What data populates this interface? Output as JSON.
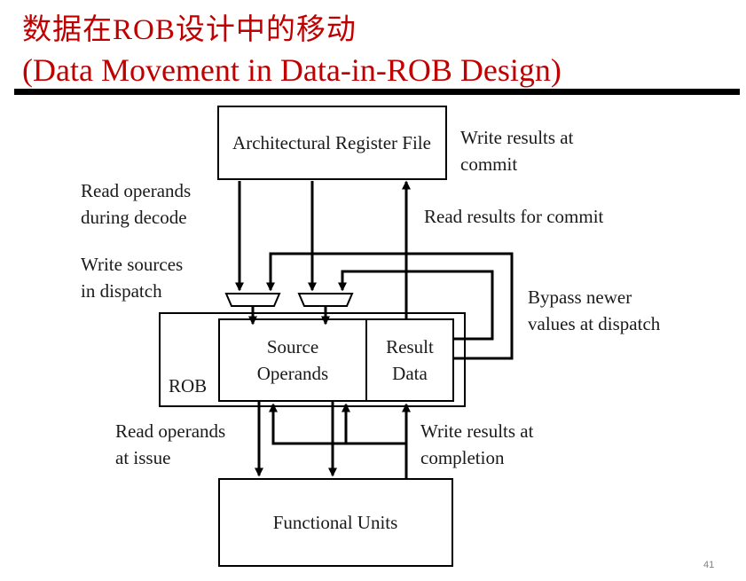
{
  "slide": {
    "title_zh": "数据在ROB设计中的移动",
    "title_en": "(Data Movement in Data-in-ROB Design)",
    "page_number": "41"
  },
  "diagram": {
    "boxes": {
      "arf": "Architectural Register File",
      "rob": "ROB",
      "source_operands": [
        "Source",
        "Operands"
      ],
      "result_data": [
        "Result",
        "Data"
      ],
      "functional_units": "Functional Units"
    },
    "labels": {
      "write_commit": [
        "Write results at",
        "commit"
      ],
      "read_decode": [
        "Read operands",
        "during decode"
      ],
      "read_commit": "Read results for commit",
      "write_dispatch": [
        "Write sources",
        "in dispatch"
      ],
      "bypass": [
        "Bypass newer",
        "values at dispatch"
      ],
      "read_issue": [
        "Read operands",
        "at issue"
      ],
      "write_completion": [
        "Write results at",
        "completion"
      ]
    }
  },
  "colors": {
    "title": "#c00000",
    "lines": "#000000"
  }
}
